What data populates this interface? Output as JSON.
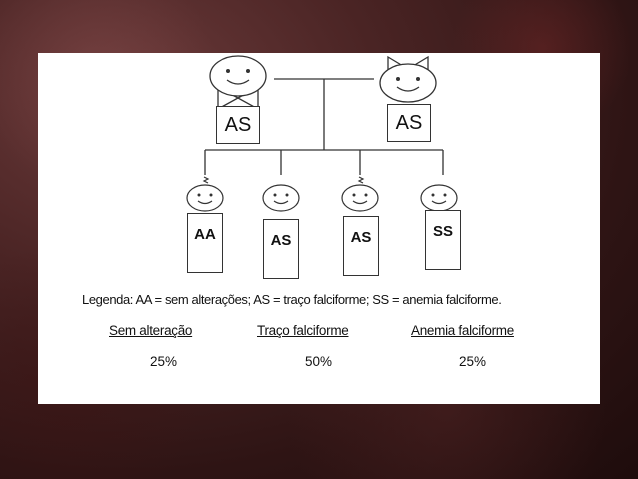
{
  "diagram": {
    "parents": [
      {
        "genotype": "AS",
        "gender": "male"
      },
      {
        "genotype": "AS",
        "gender": "female"
      }
    ],
    "children": [
      {
        "genotype": "AA",
        "gender": "male"
      },
      {
        "genotype": "AS",
        "gender": "female"
      },
      {
        "genotype": "AS",
        "gender": "male"
      },
      {
        "genotype": "SS",
        "gender": "female"
      }
    ],
    "legend": "Legenda: AA = sem alterações; AS = traço falciforme; SS = anemia falciforme.",
    "categories": [
      {
        "label": "Sem alteração",
        "percent": "25%"
      },
      {
        "label": "Traço falciforme",
        "percent": "50%"
      },
      {
        "label": "Anemia falciforme",
        "percent": "25%"
      }
    ]
  }
}
